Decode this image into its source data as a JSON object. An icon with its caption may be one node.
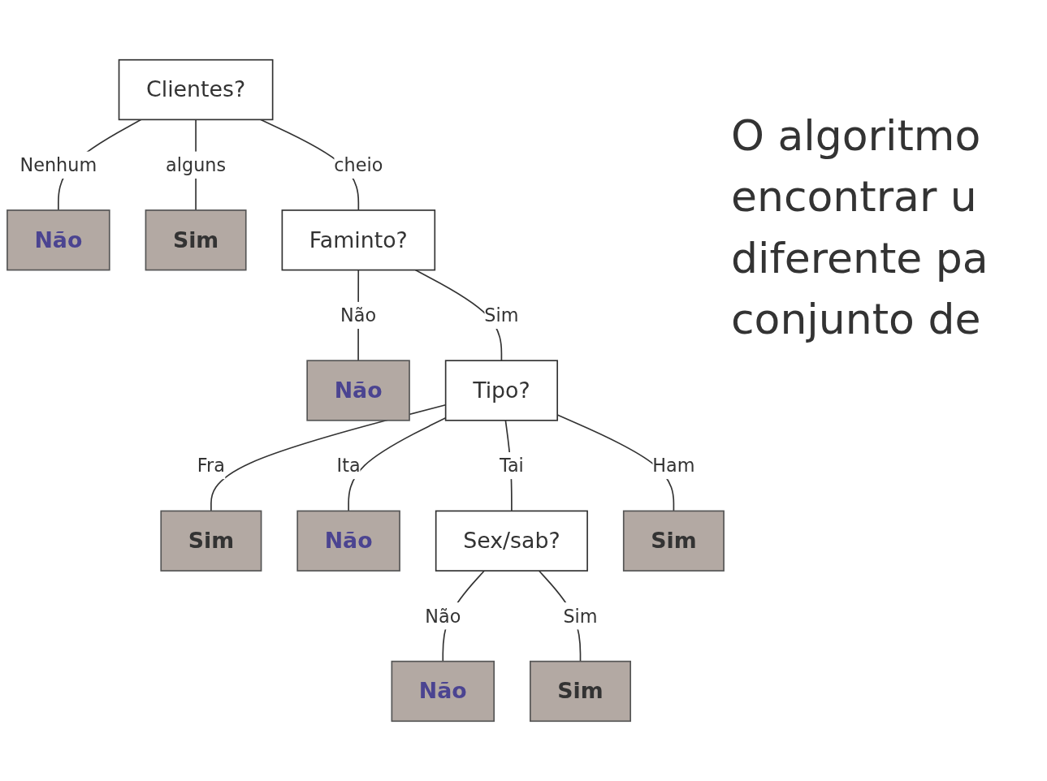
{
  "diagram": {
    "nodes": [
      {
        "text": [
          "Clientes?"
        ]
      },
      {
        "text": [
          "Não"
        ]
      },
      {
        "text": [
          "Sim"
        ]
      },
      {
        "text": [
          "Faminto?"
        ]
      },
      {
        "text": [
          "Não"
        ]
      },
      {
        "text": [
          "Tipo?"
        ]
      },
      {
        "text": [
          "Sim"
        ]
      },
      {
        "text": [
          "Não"
        ]
      },
      {
        "text": [
          "Sex/sab?"
        ]
      },
      {
        "text": [
          "Sim"
        ]
      },
      {
        "text": [
          "Não"
        ]
      },
      {
        "text": [
          "Sim"
        ]
      }
    ],
    "edges": [
      {
        "from": 0,
        "to": 1,
        "arrow": "none",
        "label": "Nenhum"
      },
      {
        "from": 0,
        "to": 2,
        "arrow": "none",
        "label": "alguns"
      },
      {
        "from": 0,
        "to": 3,
        "arrow": "none",
        "label": "cheio"
      },
      {
        "from": 3,
        "to": 4,
        "arrow": "none",
        "label": "Não"
      },
      {
        "from": 3,
        "to": 5,
        "arrow": "none",
        "label": "Sim"
      },
      {
        "from": 5,
        "to": 6,
        "arrow": "none",
        "label": "Fra"
      },
      {
        "from": 5,
        "to": 7,
        "arrow": "none",
        "label": "Ita"
      },
      {
        "from": 5,
        "to": 8,
        "arrow": "none",
        "label": "Tai"
      },
      {
        "from": 5,
        "to": 9,
        "arrow": "none",
        "label": "Ham"
      },
      {
        "from": 8,
        "to": 10,
        "arrow": "none",
        "label": "Não"
      },
      {
        "from": 8,
        "to": 11,
        "arrow": "none",
        "label": "Sim"
      }
    ],
    "labels": [
      "O algoritmo encontrar u diferente pa conjunto de"
    ]
  }
}
